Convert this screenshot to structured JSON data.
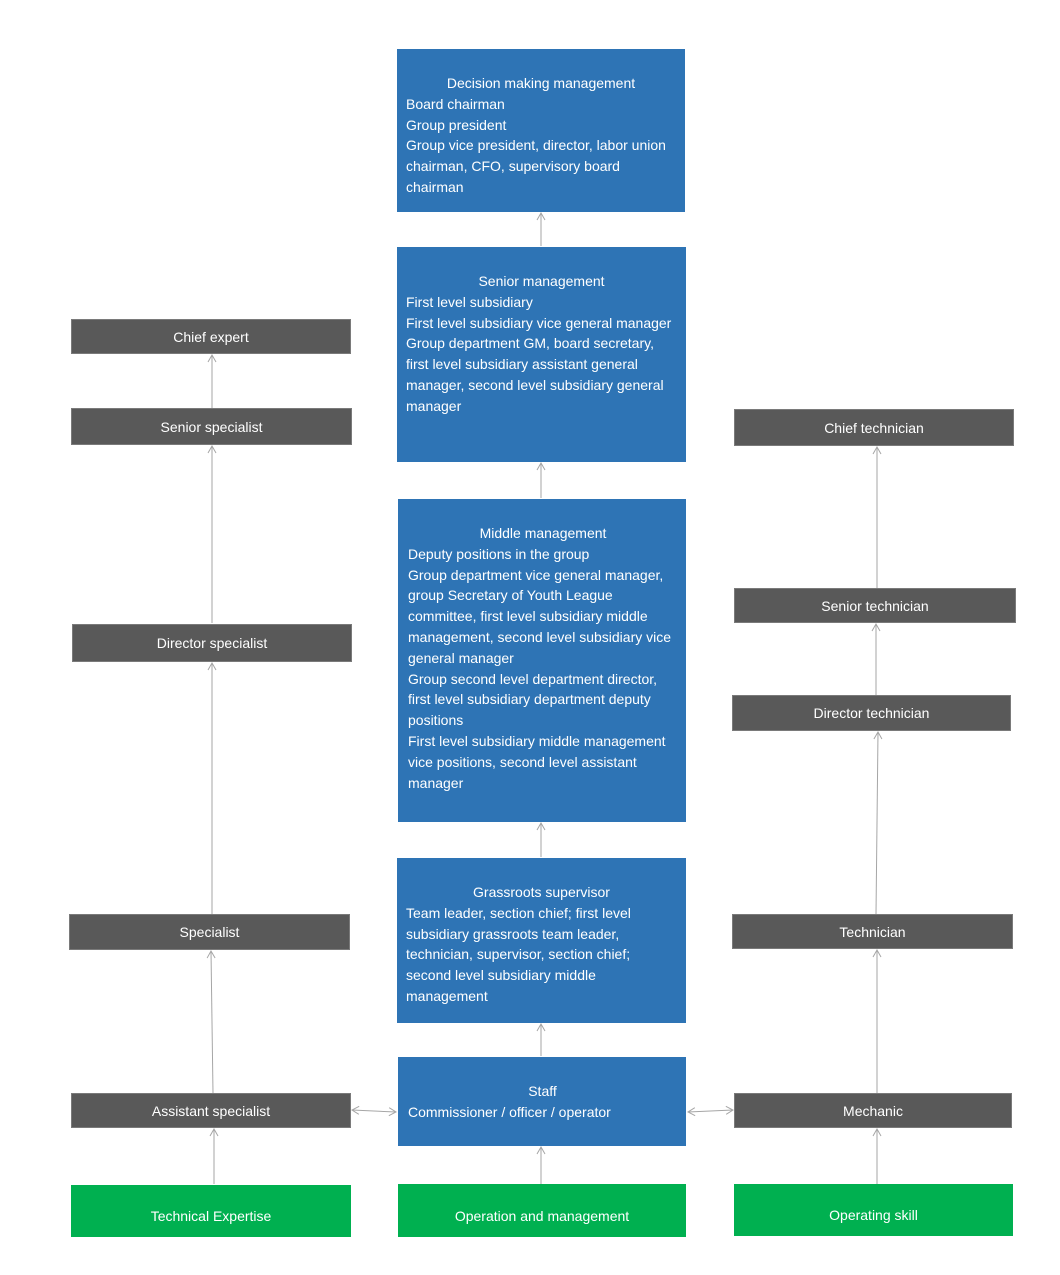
{
  "management_track": {
    "decision": {
      "title": "Decision making management",
      "lines": [
        "Board chairman",
        "Group president",
        "Group vice president, director, labor union chairman, CFO, supervisory board chairman"
      ]
    },
    "senior": {
      "title": "Senior management",
      "lines": [
        "First level subsidiary",
        "First level subsidiary vice general manager",
        "Group department GM, board secretary, first level subsidiary assistant general manager, second level subsidiary general manager"
      ]
    },
    "middle": {
      "title": "Middle management",
      "lines": [
        "Deputy positions in the group",
        "Group department vice general manager, group Secretary of Youth League committee, first level subsidiary middle management, second level subsidiary vice general manager",
        "Group second level department director, first level subsidiary department deputy positions",
        "First level subsidiary middle management vice positions, second level assistant manager"
      ]
    },
    "grassroots": {
      "title": "Grassroots supervisor",
      "lines": [
        "Team leader, section chief; first level subsidiary grassroots team leader, technician, supervisor, section chief; second level subsidiary middle management"
      ]
    },
    "staff": {
      "title": "Staff",
      "lines": [
        "Commissioner / officer / operator"
      ]
    }
  },
  "specialist_track": {
    "chief": "Chief expert",
    "senior": "Senior specialist",
    "director": "Director specialist",
    "specialist": "Specialist",
    "assistant": "Assistant specialist"
  },
  "technician_track": {
    "chief": "Chief technician",
    "senior": "Senior technician",
    "director": "Director technician",
    "technician": "Technician",
    "mechanic": "Mechanic"
  },
  "bases": {
    "technical": "Technical Expertise",
    "operation": "Operation and management",
    "operating": "Operating skill"
  },
  "colors": {
    "management_box": "#2e74b5",
    "rank_box": "#595959",
    "base_box": "#00b050",
    "arrow": "#a6a6a6",
    "text": "#ffffff"
  }
}
